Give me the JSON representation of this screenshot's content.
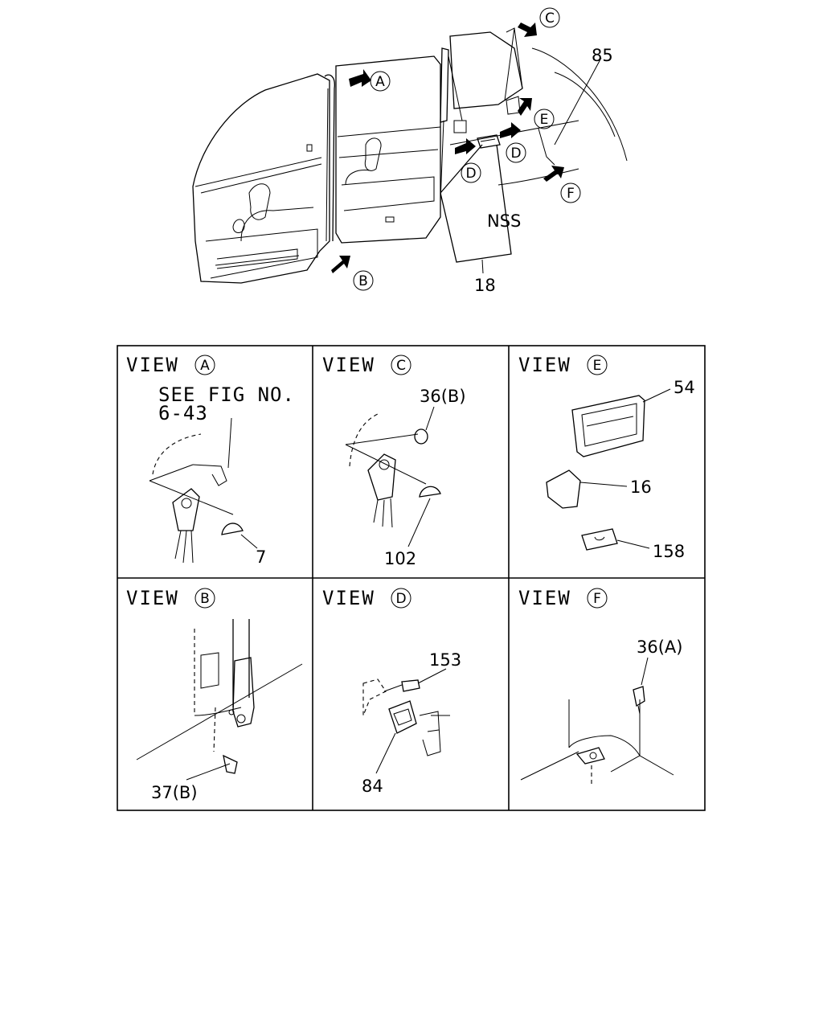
{
  "overview": {
    "callouts": {
      "A": "A",
      "B": "B",
      "C": "C",
      "D1": "D",
      "D2": "D",
      "E": "E",
      "F": "F"
    },
    "labels": {
      "p85": "85",
      "pNSS": "NSS",
      "p18": "18"
    }
  },
  "views": {
    "A": {
      "prefix": "VIEW",
      "letter": "A",
      "note_line1": "SEE FIG NO.",
      "note_line2": "6-43",
      "p7": "7"
    },
    "C": {
      "prefix": "VIEW",
      "letter": "C",
      "p36b": "36(B)",
      "p102": "102"
    },
    "E": {
      "prefix": "VIEW",
      "letter": "E",
      "p54": "54",
      "p16": "16",
      "p158": "158"
    },
    "B": {
      "prefix": "VIEW",
      "letter": "B",
      "p37b": "37(B)"
    },
    "D": {
      "prefix": "VIEW",
      "letter": "D",
      "p153": "153",
      "p84": "84"
    },
    "F": {
      "prefix": "VIEW",
      "letter": "F",
      "p36a": "36(A)"
    }
  }
}
